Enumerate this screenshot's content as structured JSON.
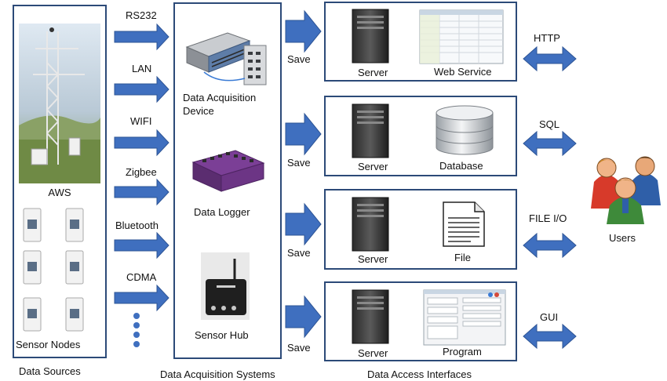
{
  "columns": {
    "data_sources": "Data Sources",
    "acquisition": "Data Acquisition Systems",
    "access": "Data Access Interfaces"
  },
  "sources": {
    "aws": "AWS",
    "sensor_nodes": "Sensor Nodes"
  },
  "links": [
    "RS232",
    "LAN",
    "WIFI",
    "Zigbee",
    "Bluetooth",
    "CDMA"
  ],
  "devices": {
    "daq_line1": "Data Acquisition",
    "daq_line2": "Device",
    "logger": "Data Logger",
    "hub": "Sensor Hub"
  },
  "save_label": "Save",
  "interfaces": [
    {
      "server": "Server",
      "service": "Web Service",
      "protocol": "HTTP"
    },
    {
      "server": "Server",
      "service": "Database",
      "protocol": "SQL"
    },
    {
      "server": "Server",
      "service": "File",
      "protocol": "FILE I/O"
    },
    {
      "server": "Server",
      "service": "Program",
      "protocol": "GUI"
    }
  ],
  "users": "Users",
  "colors": {
    "border": "#2c4a78",
    "arrow": "#3f6fbf",
    "arrow_stroke": "#2e5596"
  }
}
